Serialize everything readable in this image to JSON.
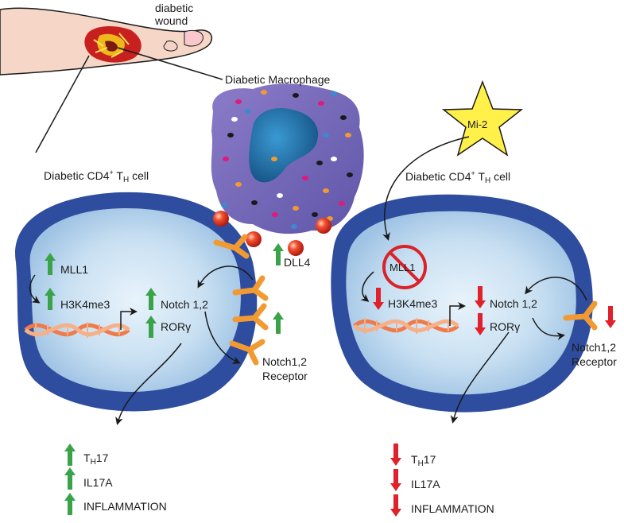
{
  "top": {
    "wound_label": [
      "diabetic",
      "wound"
    ],
    "macrophage_label": "Diabetic Macrophage",
    "mi2_label": "Mi-2"
  },
  "left_cell": {
    "title_pre": "Diabetic CD4",
    "title_sup": "+",
    "title_t": " T",
    "title_sub": "H",
    "title_post": " cell",
    "mll1": "MLL1",
    "h3k4me3": "H3K4me3",
    "notch": "Notch 1,2",
    "ror": "RORγ",
    "dll4": "DLL4",
    "receptor": [
      "Notch1,2",
      "Receptor"
    ],
    "outputs": [
      {
        "pre": "T",
        "sub": "H",
        "post": "17"
      },
      {
        "pre": "IL17A",
        "sub": "",
        "post": ""
      },
      {
        "pre": "INFLAMMATION",
        "sub": "",
        "post": ""
      }
    ]
  },
  "right_cell": {
    "title_pre": "Diabetic CD4",
    "title_sup": "+",
    "title_t": " T",
    "title_sub": "H",
    "title_post": " cell",
    "mll1": "MLL1",
    "h3k4me3": "H3K4me3",
    "notch": "Notch 1,2",
    "ror": "RORγ",
    "receptor": [
      "Notch1,2",
      "Receptor"
    ],
    "outputs": [
      {
        "pre": "T",
        "sub": "H",
        "post": "17"
      },
      {
        "pre": "IL17A",
        "sub": "",
        "post": ""
      },
      {
        "pre": "INFLAMMATION",
        "sub": "",
        "post": ""
      }
    ]
  },
  "colors": {
    "up_arrow": "#3aa34a",
    "down_arrow": "#e0202a",
    "cell_outer": "#2f4fa0",
    "cell_inner": "#bcd8ef",
    "receptor": "#f2a23a",
    "dna": "#f28a55",
    "macrophage": "#7b68b5",
    "nucleus": "#1f6ea6",
    "dll4_ball": "#e03a2a",
    "star": "#fff04a"
  }
}
